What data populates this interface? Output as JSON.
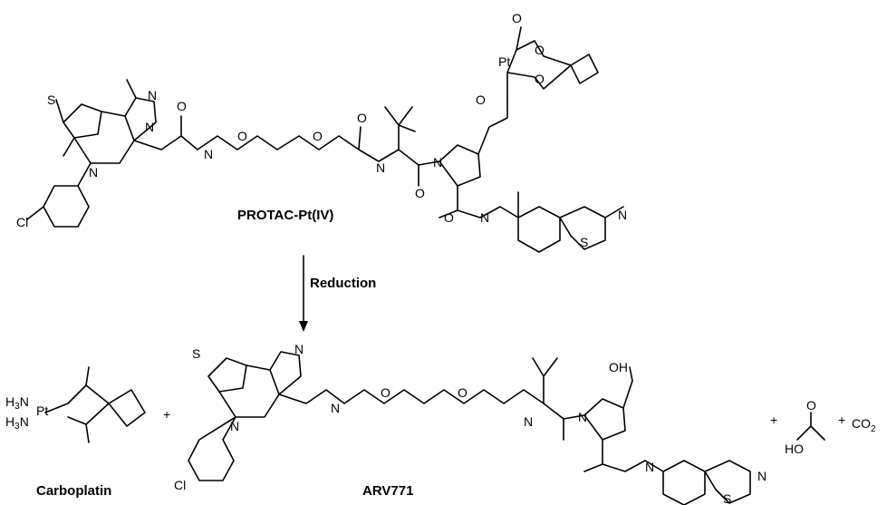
{
  "reactant_label": "PROTAC-Pt(IV)",
  "step_label": "Reduction",
  "products": {
    "carboplatin_label": "Carboplatin",
    "arv_label": "ARV771",
    "plus": "+"
  },
  "atoms": {
    "S": "S",
    "N": "N",
    "O": "O",
    "Cl": "Cl",
    "Pt": "Pt",
    "H": "H",
    "OH": "OH",
    "HO": "HO",
    "NH3": "NH",
    "three": "3",
    "CO2": "CO",
    "two": "2"
  }
}
